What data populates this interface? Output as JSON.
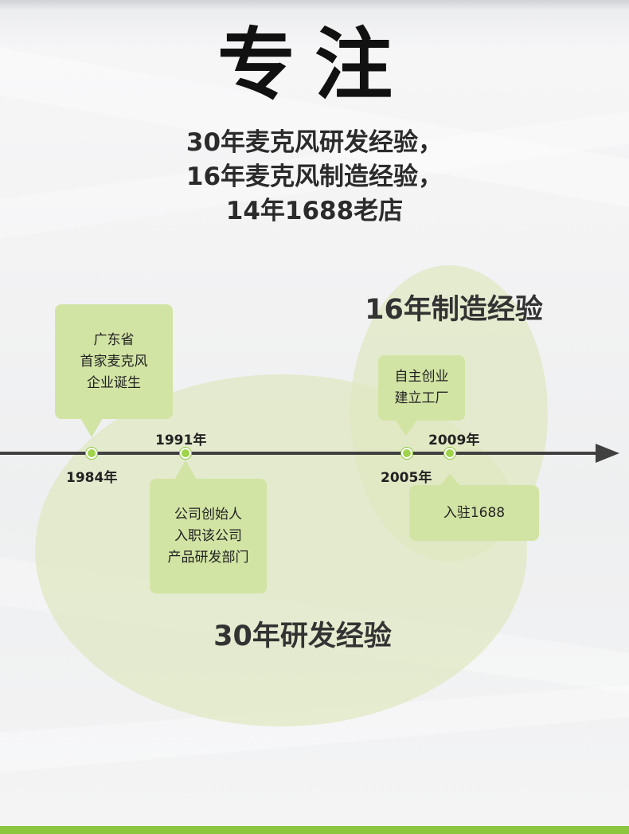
{
  "title": "专注",
  "subtitle": [
    "30年麦克风研发经验，",
    "16年麦克风制造经验，",
    "14年1688老店"
  ],
  "labels": {
    "manufacturing": "16年制造经验",
    "research": "30年研发经验"
  },
  "years": {
    "y1984": "1984年",
    "y1991": "1991年",
    "y2005": "2005年",
    "y2009": "2009年"
  },
  "events": {
    "e1984": [
      "广东省",
      "首家麦克风",
      "企业诞生"
    ],
    "e1991": [
      "公司创始人",
      "入职该公司",
      "产品研发部门"
    ],
    "e2005": [
      "自主创业",
      "建立工厂"
    ],
    "e2009": [
      "入驻1688"
    ]
  },
  "colors": {
    "accent": "#8cc63f",
    "box": "#d2e4a4",
    "oval": "#dfe8c1",
    "line": "#404040"
  }
}
